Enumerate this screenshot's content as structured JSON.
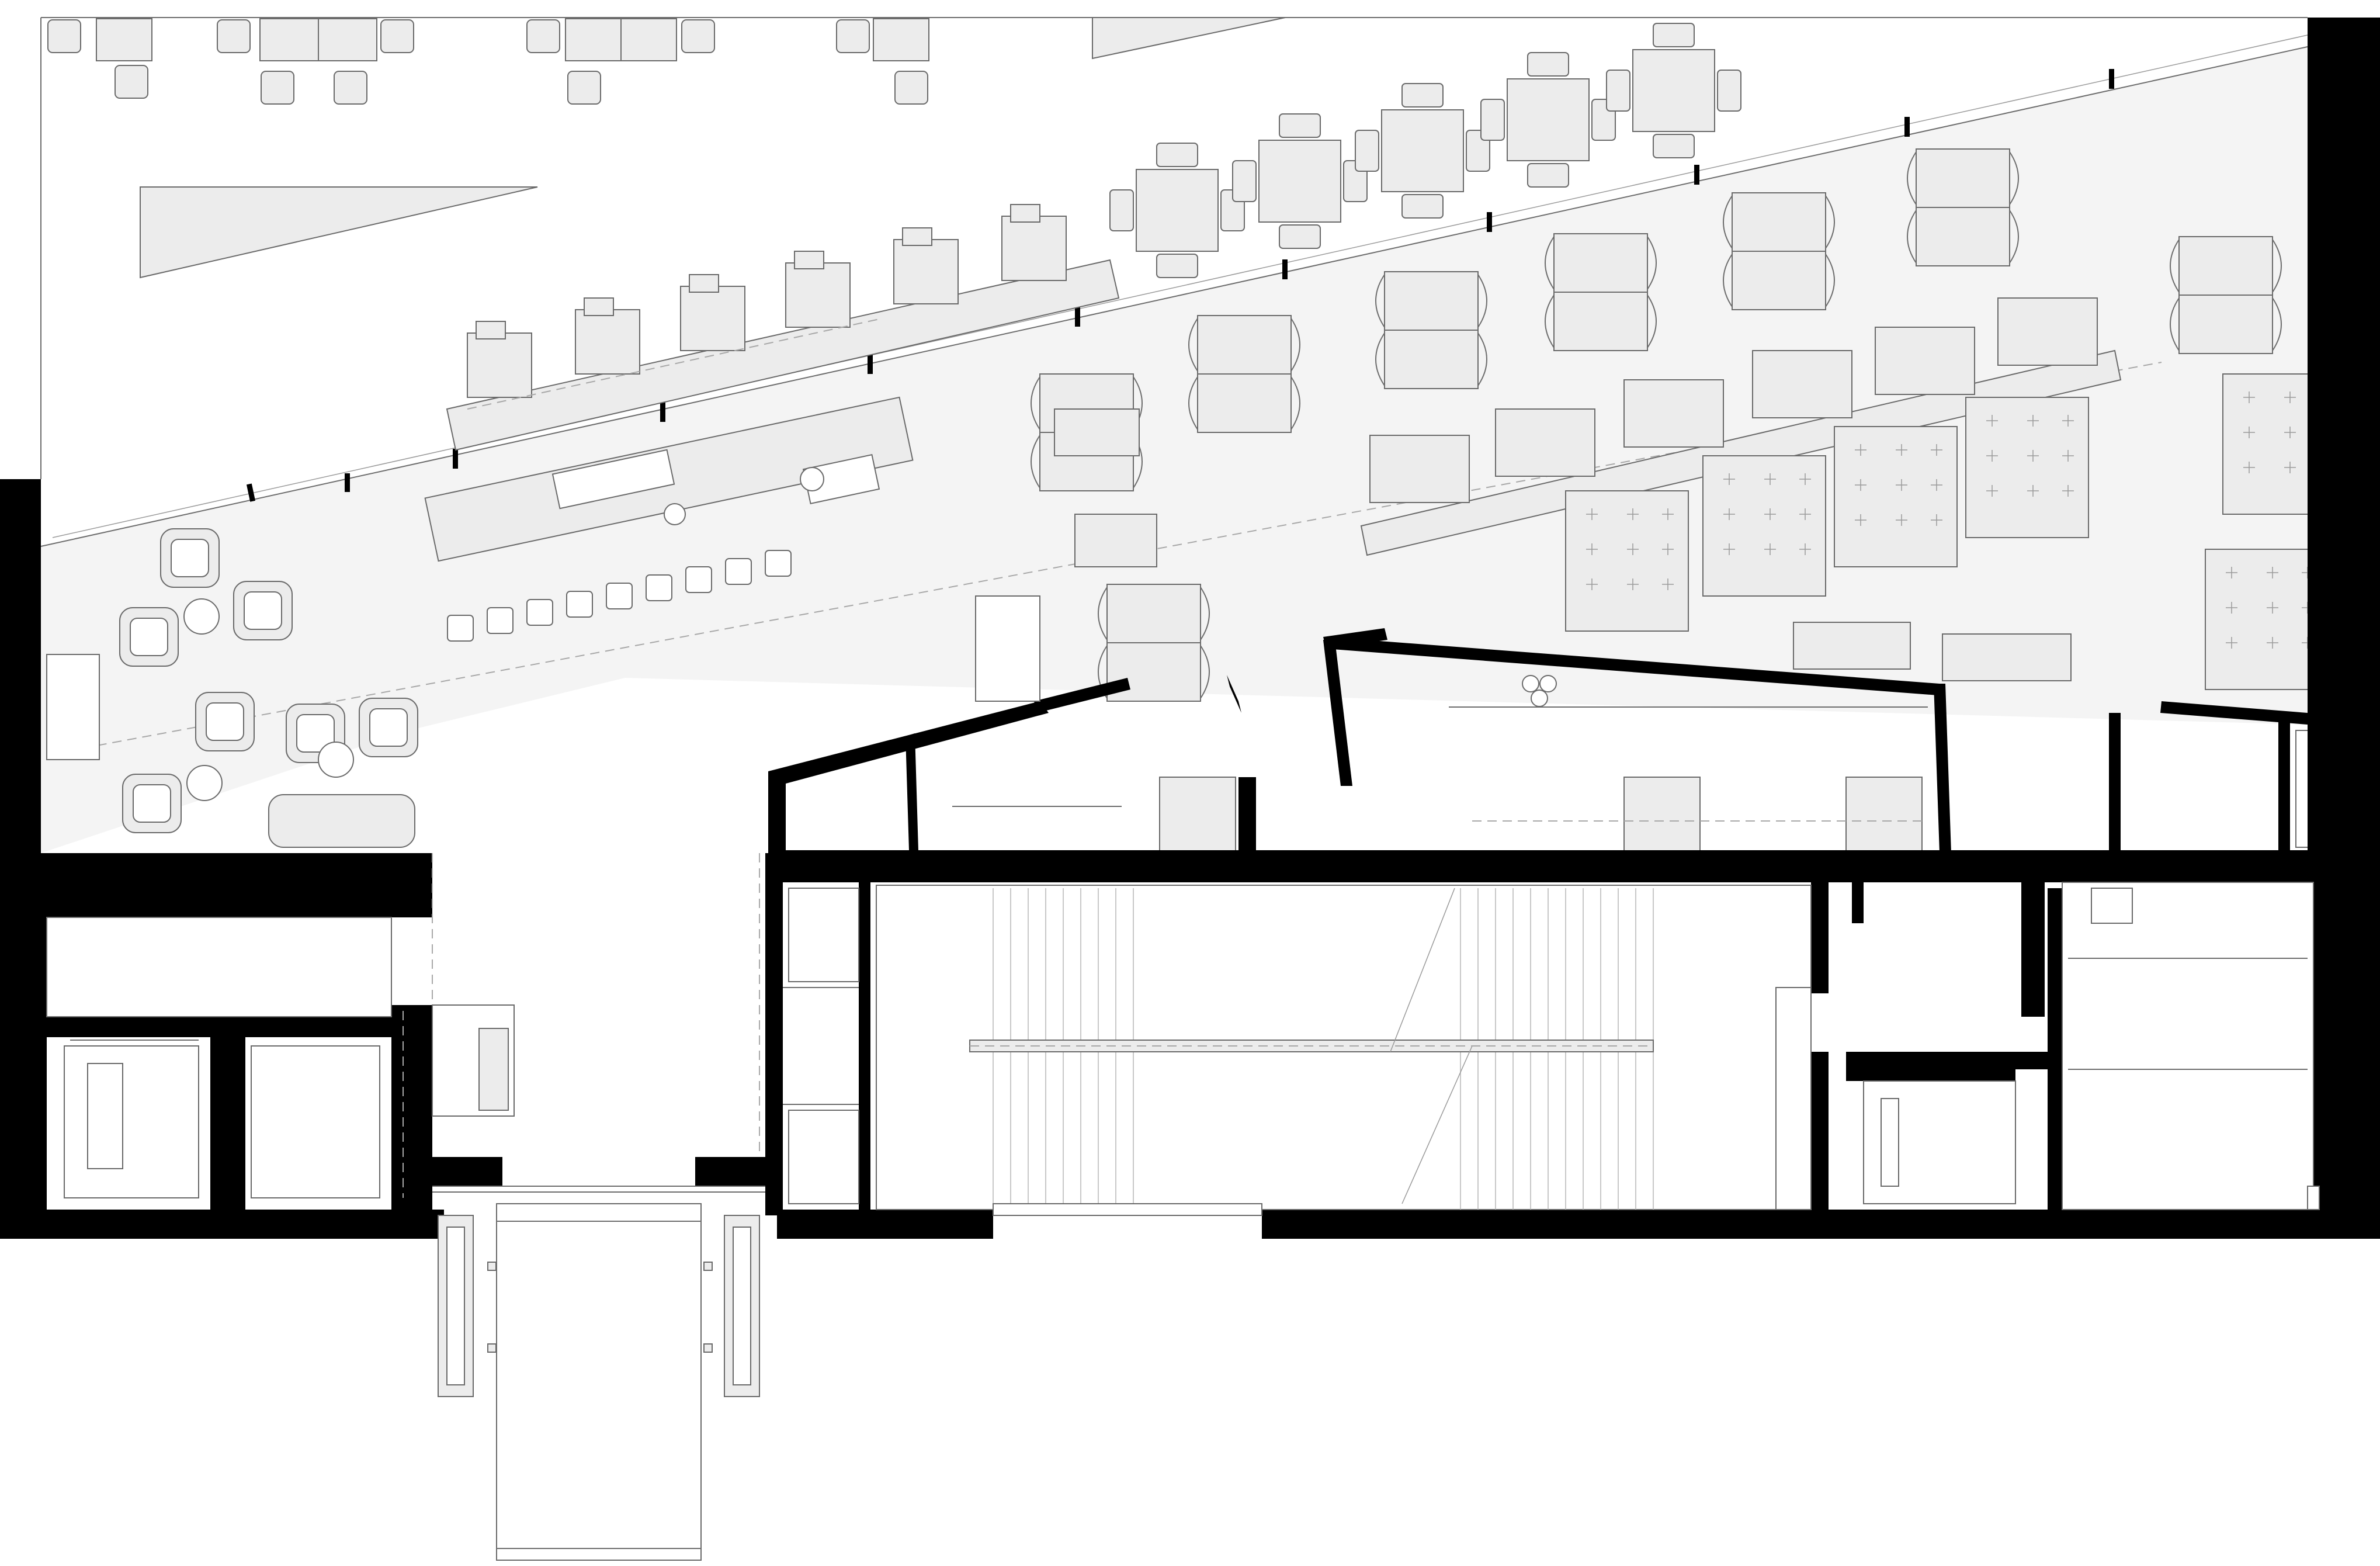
{
  "drawing": {
    "type": "architectural floor plan",
    "colors": {
      "background": "#ffffff",
      "walls": "#000000",
      "terrace_floor": "#f4f4f4",
      "lines": "#6d6d6d",
      "furniture_fill": "#ececec"
    },
    "labels": []
  },
  "zones": [
    "exterior-terrace",
    "bar-counter",
    "lounge-seating",
    "banquette-dining",
    "corridor",
    "stair-hall",
    "entrance-ramp",
    "elevator-core",
    "service-rooms"
  ]
}
